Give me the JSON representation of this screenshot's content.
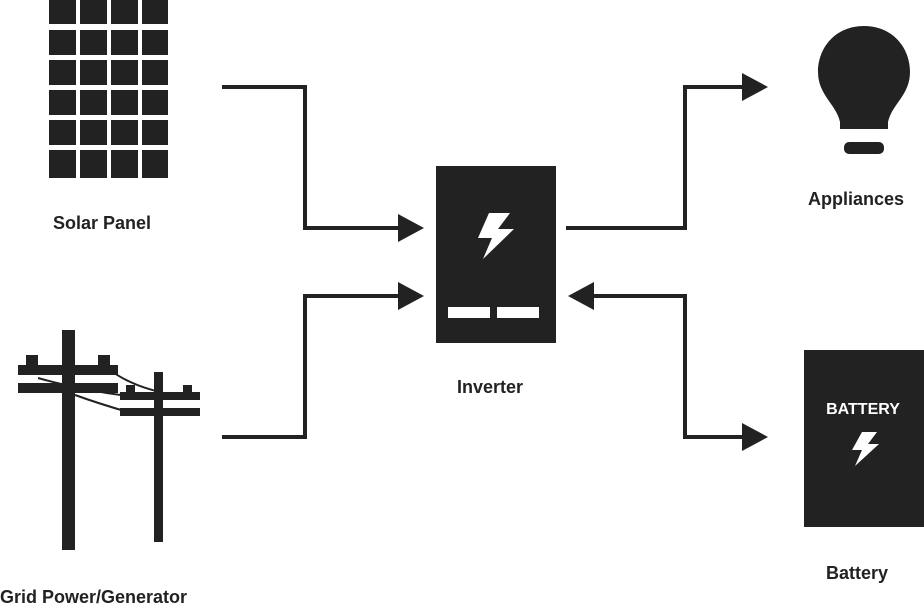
{
  "labels": {
    "solar_panel": "Solar Panel",
    "grid": "Grid Power/Generator",
    "inverter": "Inverter",
    "appliances": "Appliances",
    "battery": "Battery"
  },
  "battery_icon_text": "BATTERY",
  "colors": {
    "ink": "#222222",
    "background": "#ffffff"
  },
  "icons": {
    "solar_panel": "solar-panel-icon",
    "grid": "power-pole-icon",
    "inverter": "inverter-icon",
    "appliances": "light-bulb-icon",
    "battery": "battery-icon"
  }
}
